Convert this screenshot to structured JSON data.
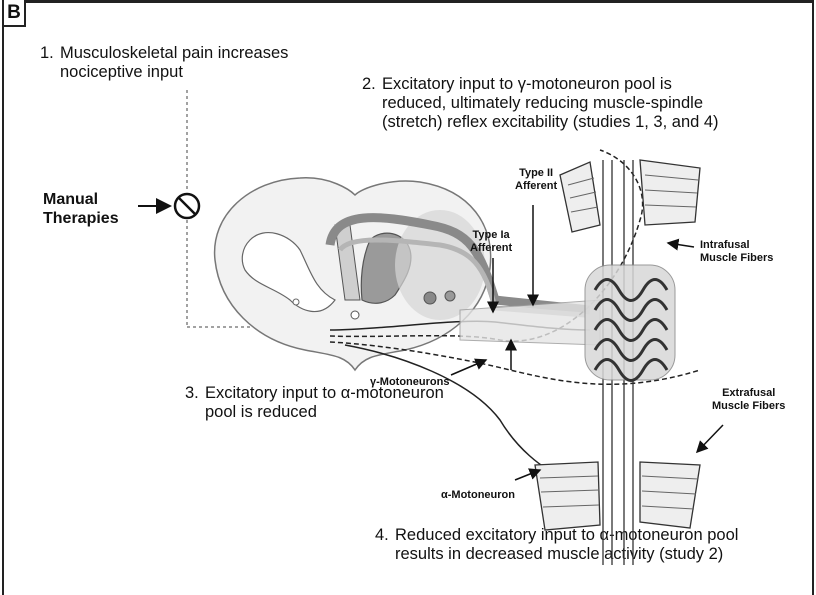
{
  "panel_label": "B",
  "steps": [
    {
      "number": "1.",
      "line1": "Musculoskeletal pain increases",
      "line2": "nociceptive input"
    },
    {
      "number": "2.",
      "line1": "Excitatory input to γ-motoneuron pool is",
      "line2": "reduced, ultimately reducing muscle-spindle",
      "line3": "(stretch) reflex excitability (studies 1, 3, and 4)"
    },
    {
      "number": "3.",
      "line1": "Excitatory input to α-motoneuron",
      "line2": "pool is reduced"
    },
    {
      "number": "4.",
      "line1": "Reduced excitatory input to α-motoneuron pool",
      "line2": "results in decreased muscle activity (study 2)"
    }
  ],
  "manual_therapies": {
    "line1": "Manual",
    "line2": "Therapies"
  },
  "labels": {
    "type2_afferent": {
      "line1": "Type II",
      "line2": "Afferent"
    },
    "type1a_afferent": {
      "line1": "Type Ia",
      "line2": "Afferent"
    },
    "intrafusal": {
      "line1": "Intrafusal",
      "line2": "Muscle Fibers"
    },
    "extrafusal": {
      "line1": "Extrafusal",
      "line2": "Muscle Fibers"
    },
    "gamma_motoneurons": "γ-Motoneurons",
    "alpha_motoneuron": "α-Motoneuron"
  }
}
